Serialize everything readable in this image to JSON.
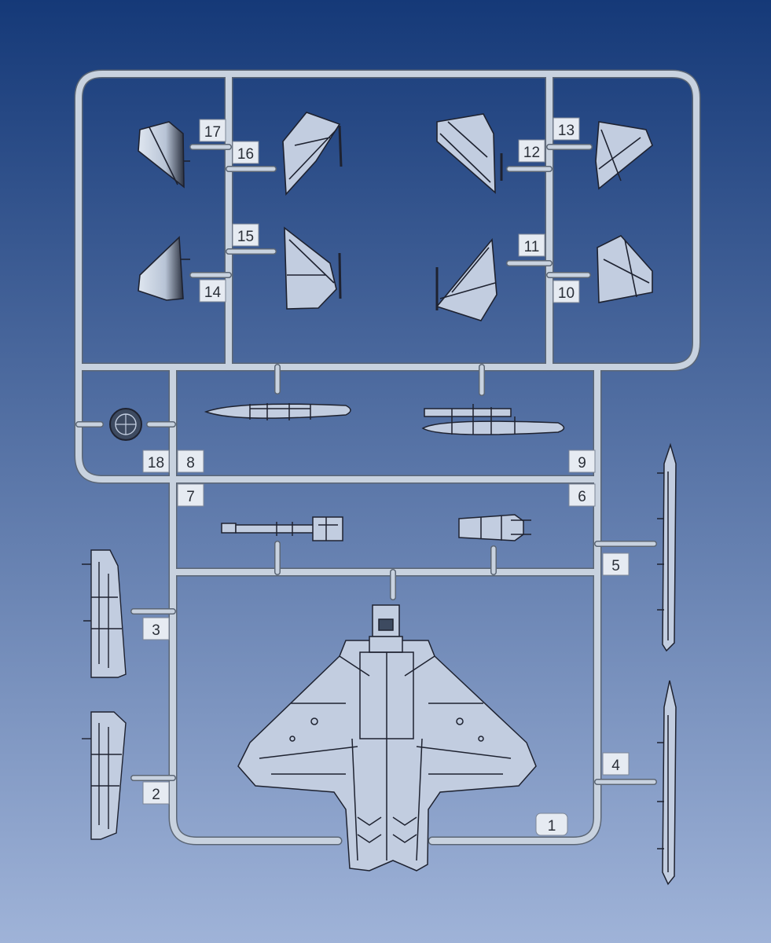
{
  "colors": {
    "bg_top": "#153978",
    "bg_bottom": "#9fb3d8",
    "sprue": "#c8d2df",
    "sprue_edge": "#5b6675",
    "part": "#c2cde0",
    "part_line": "#1e2230",
    "tag": "#e6ebf2"
  },
  "parts": {
    "p1": "1",
    "p2": "2",
    "p3": "3",
    "p4": "4",
    "p5": "5",
    "p6": "6",
    "p7": "7",
    "p8": "8",
    "p9": "9",
    "p10": "10",
    "p11": "11",
    "p12": "12",
    "p13": "13",
    "p14": "14",
    "p15": "15",
    "p16": "16",
    "p17": "17",
    "p18": "18"
  }
}
